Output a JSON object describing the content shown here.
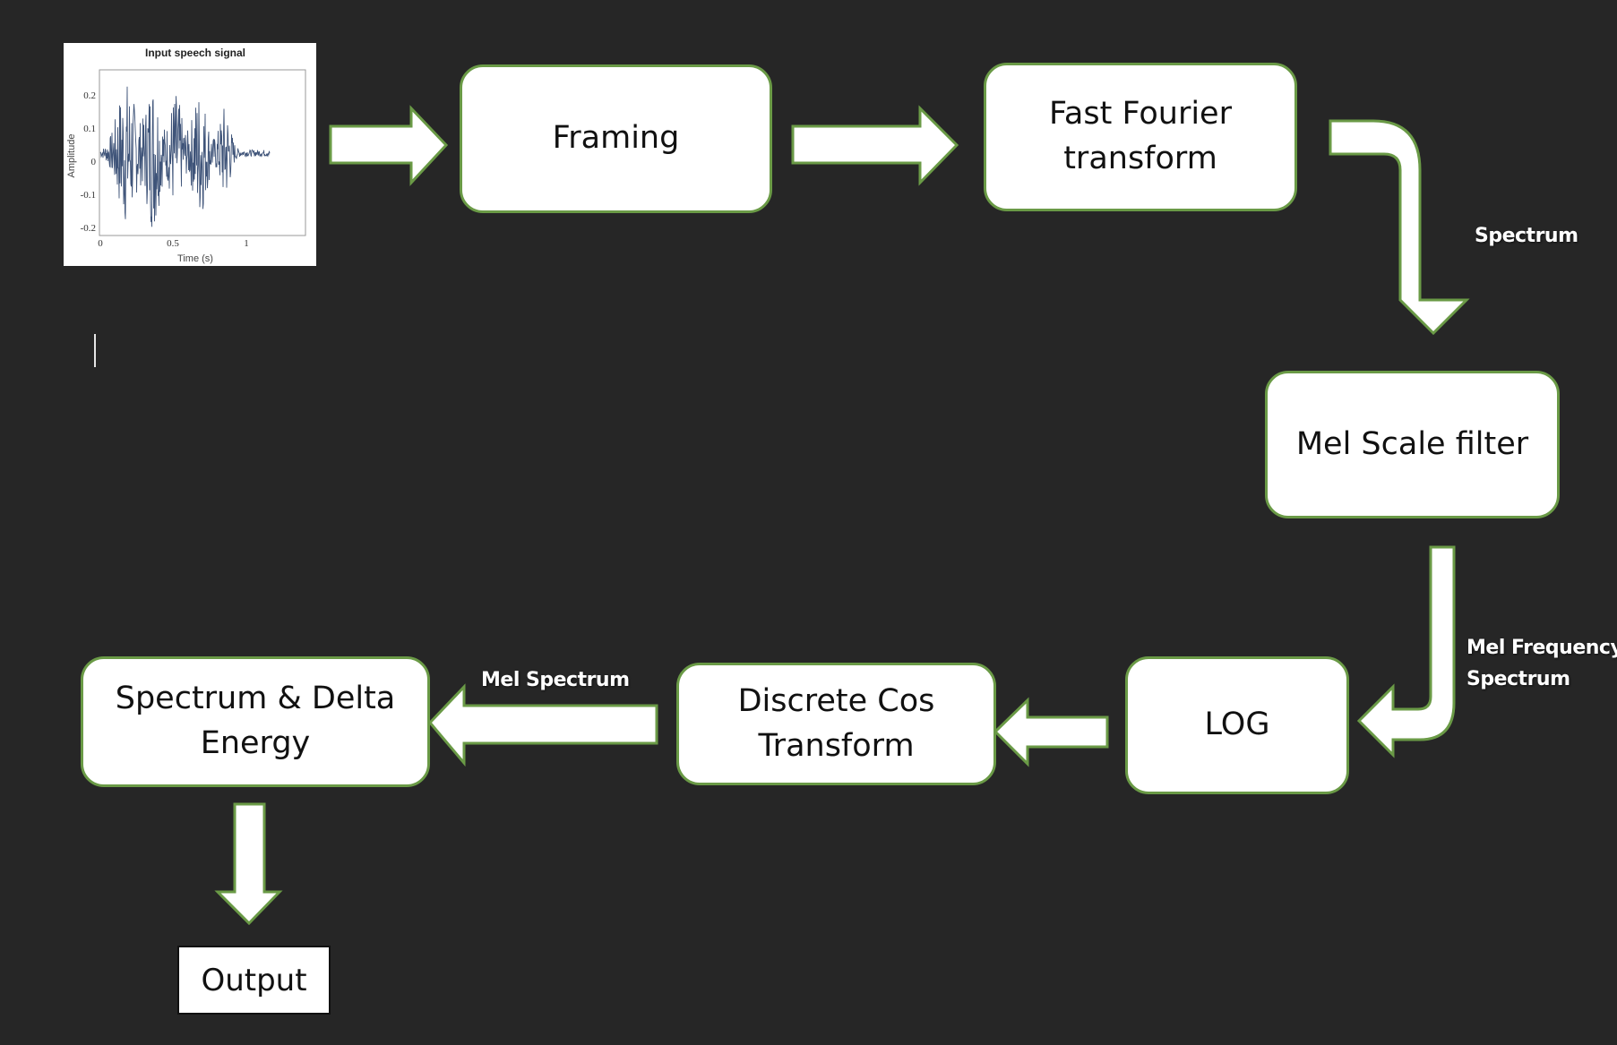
{
  "colors": {
    "background": "#262626",
    "accent": "#6a9a46",
    "box_fill": "#ffffff",
    "waveform": "#3f5479"
  },
  "input_plot": {
    "title": "Input speech signal",
    "ylabel": "Amplitude",
    "xlabel": "Time (s)",
    "y_ticks": [
      "0.2",
      "0.1",
      "0",
      "-0.1",
      "-0.2"
    ],
    "x_ticks": [
      "0",
      "0.5",
      "1"
    ]
  },
  "boxes": {
    "framing": "Framing",
    "fft_line1": "Fast Fourier",
    "fft_line2": "transform",
    "mel_filter": "Mel Scale filter",
    "log": "LOG",
    "dct_line1": "Discrete Cos",
    "dct_line2": "Transform",
    "spectrum_line1": "Spectrum & Delta",
    "spectrum_line2": "Energy",
    "output": "Output"
  },
  "labels": {
    "spectrum": "Spectrum",
    "mel_frequency_line1": "Mel Frequency",
    "mel_frequency_line2": "Spectrum",
    "mel_spectrum": "Mel Spectrum"
  }
}
